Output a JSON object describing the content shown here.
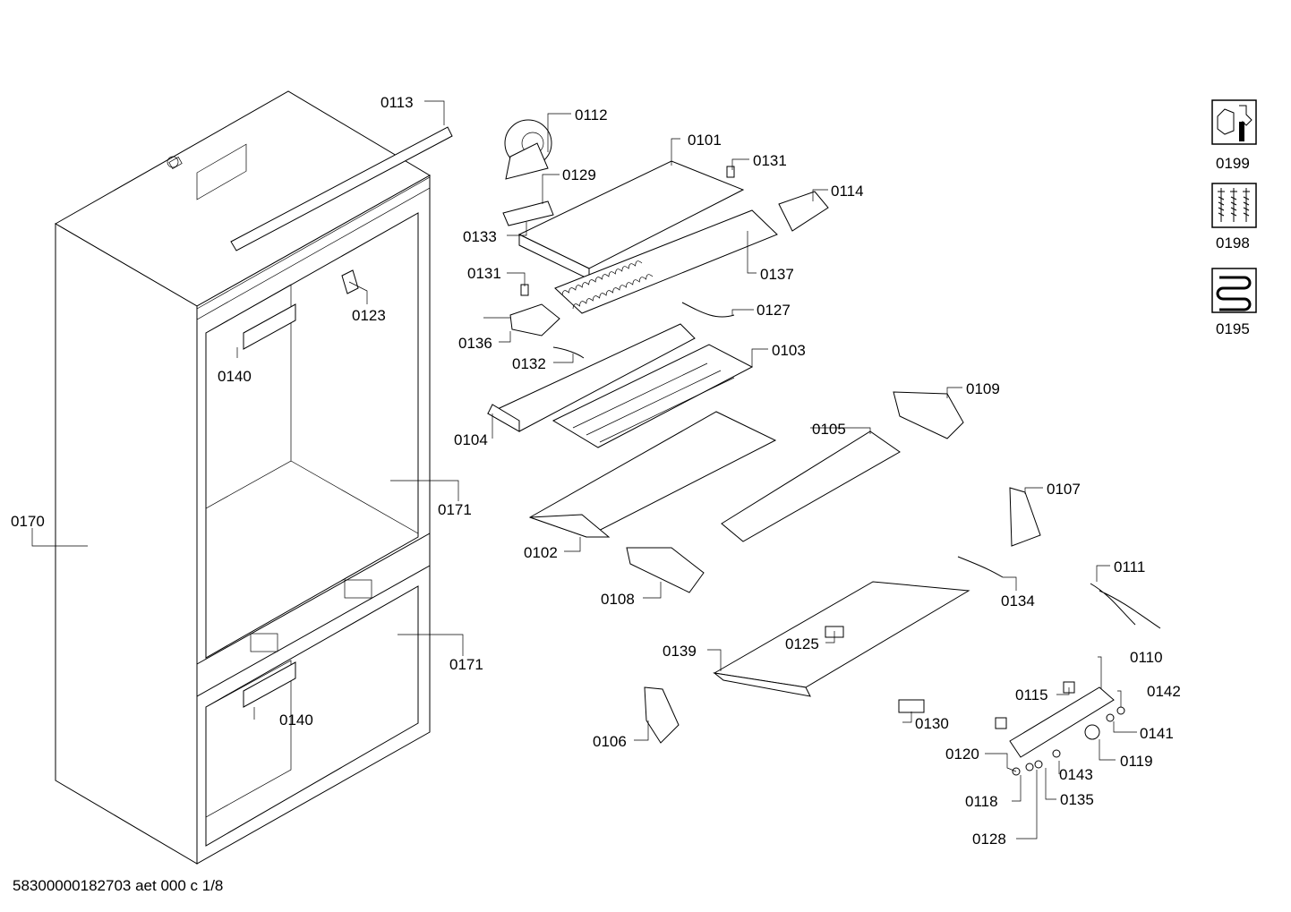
{
  "footer": "58300000182703 aet 000 c 1/8",
  "callouts": {
    "p0101": "0101",
    "p0102": "0102",
    "p0103": "0103",
    "p0104": "0104",
    "p0105": "0105",
    "p0106": "0106",
    "p0107": "0107",
    "p0108": "0108",
    "p0109": "0109",
    "p0110": "0110",
    "p0111": "0111",
    "p0112": "0112",
    "p0113": "0113",
    "p0114": "0114",
    "p0115": "0115",
    "p0118": "0118",
    "p0119": "0119",
    "p0120": "0120",
    "p0123": "0123",
    "p0125": "0125",
    "p0127": "0127",
    "p0128": "0128",
    "p0129": "0129",
    "p0130": "0130",
    "p0131a": "0131",
    "p0131b": "0131",
    "p0132": "0132",
    "p0133": "0133",
    "p0134": "0134",
    "p0135": "0135",
    "p0136": "0136",
    "p0137": "0137",
    "p0139": "0139",
    "p0140a": "0140",
    "p0140b": "0140",
    "p0141": "0141",
    "p0142": "0142",
    "p0143": "0143",
    "p0170": "0170",
    "p0171a": "0171",
    "p0171b": "0171"
  },
  "legend": [
    {
      "code": "0199",
      "icon": "wrench-nut-icon"
    },
    {
      "code": "0198",
      "icon": "screws-icon"
    },
    {
      "code": "0195",
      "icon": "heater-coil-icon"
    }
  ]
}
